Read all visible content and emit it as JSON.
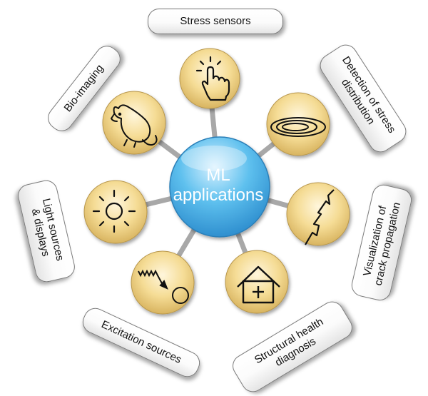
{
  "center": {
    "line1": "ML",
    "line2": "applications"
  },
  "items": [
    {
      "label": "Stress sensors",
      "icon": "touch-icon"
    },
    {
      "label": "Detection of stress",
      "label2": "distribution",
      "icon": "ellipses-icon"
    },
    {
      "label": "Visualization of",
      "label2": "crack propagation",
      "icon": "crack-icon"
    },
    {
      "label": "Structural health",
      "label2": "diagnosis",
      "icon": "house-plus-icon"
    },
    {
      "label": "Excitation sources",
      "icon": "wave-circle-icon"
    },
    {
      "label": "Light sources",
      "label2": "& displays",
      "icon": "sun-icon"
    },
    {
      "label": "Bio-imaging",
      "icon": "mouse-icon"
    }
  ],
  "colors": {
    "center": "#4db3e6",
    "node": "#f3d98f",
    "connector": "#a8a8a8"
  }
}
